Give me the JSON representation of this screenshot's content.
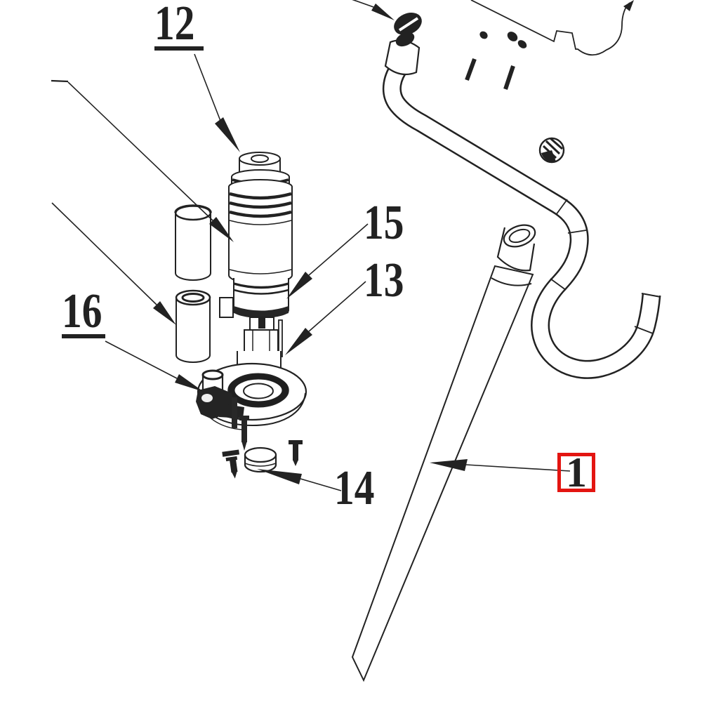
{
  "diagram": {
    "type": "exploded-parts-line-drawing",
    "colors": {
      "line": "#222222",
      "highlight_box": "#e31511",
      "background": "#ffffff"
    },
    "callouts": [
      {
        "label": "12",
        "underlined": true,
        "highlighted": false
      },
      {
        "label": "15",
        "underlined": false,
        "highlighted": false
      },
      {
        "label": "13",
        "underlined": false,
        "highlighted": false
      },
      {
        "label": "16",
        "underlined": true,
        "highlighted": false
      },
      {
        "label": "14",
        "underlined": false,
        "highlighted": false
      },
      {
        "label": "1",
        "underlined": false,
        "highlighted": true
      }
    ]
  }
}
